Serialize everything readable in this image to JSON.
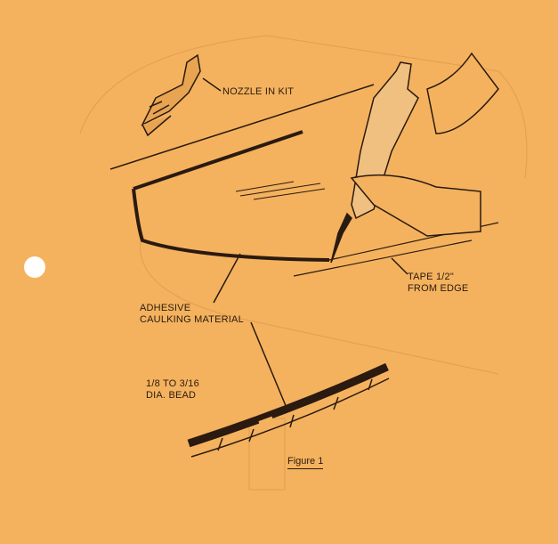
{
  "labels": {
    "nozzle": "NOZZLE IN KIT",
    "tape_line1": "TAPE 1/2\"",
    "tape_line2": "FROM EDGE",
    "adhesive_line1": "ADHESIVE",
    "adhesive_line2": "CAULKING MATERIAL",
    "bead_line1": "1/8 TO 3/16",
    "bead_line2": "DIA. BEAD"
  },
  "caption": "Figure 1",
  "colors": {
    "paper": "#f4b25e",
    "ink": "#2a1a10"
  }
}
